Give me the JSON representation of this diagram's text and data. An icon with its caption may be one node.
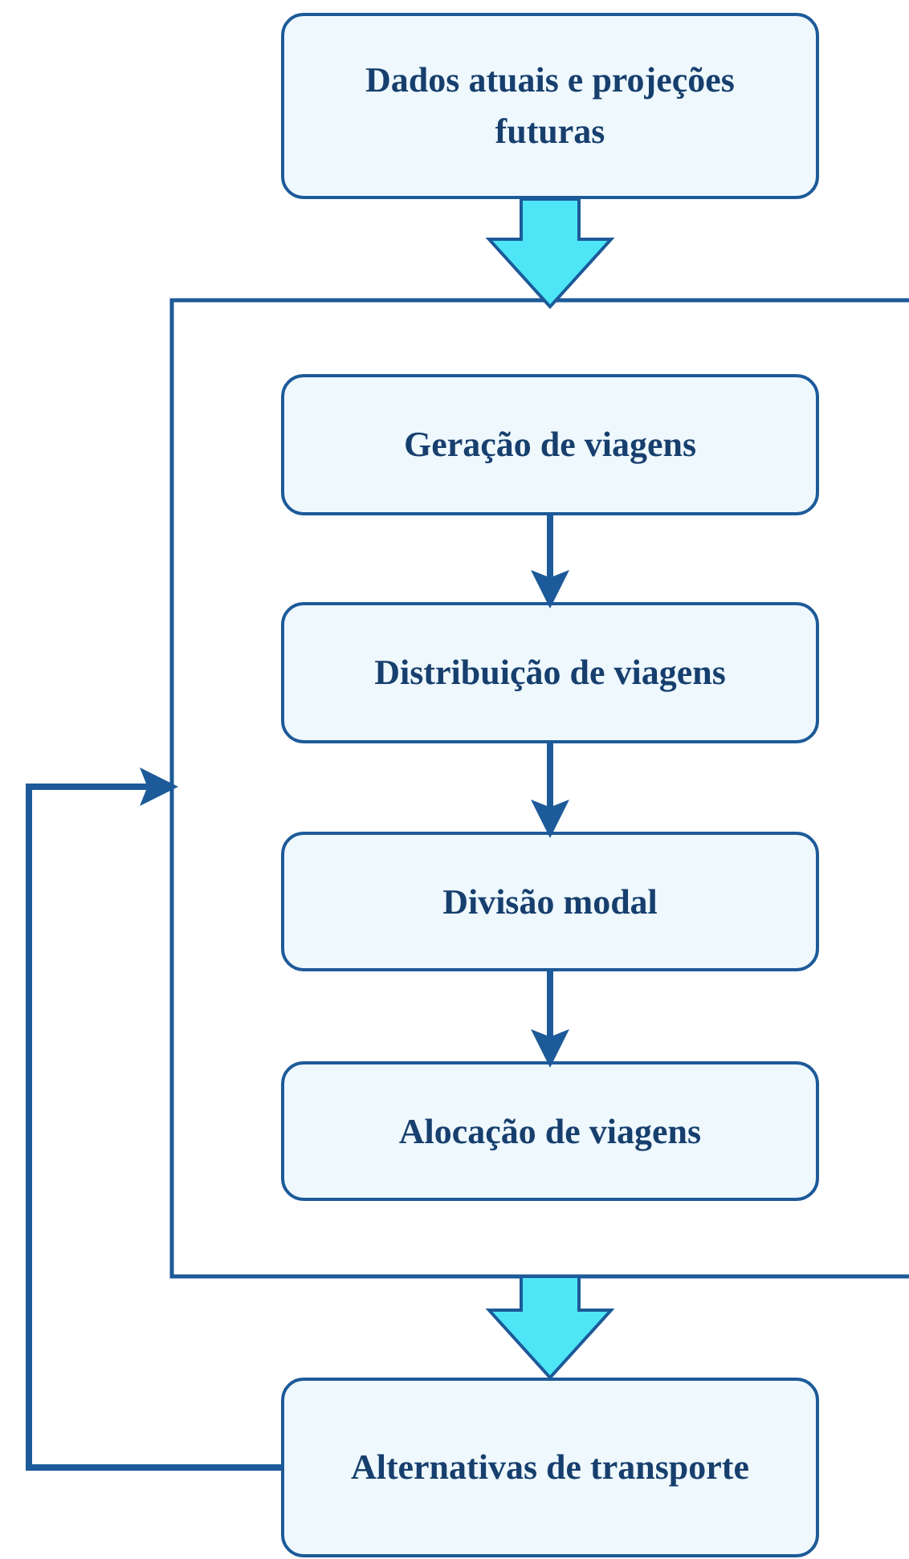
{
  "diagram": {
    "nodes": [
      {
        "text": [
          "Dados atuais e projeções futuras"
        ]
      },
      {
        "text": [],
        "shape": "box"
      },
      {
        "text": [
          "Geração de viagens"
        ],
        "in": 1
      },
      {
        "text": [
          "Distribuição de viagens"
        ],
        "in": 1
      },
      {
        "text": [
          "Divisão modal"
        ],
        "in": 1
      },
      {
        "text": [
          "Alocação de viagens"
        ],
        "in": 1
      },
      {
        "text": [
          "Alternativas de transporte"
        ]
      }
    ],
    "edges": [
      {
        "from": 0,
        "to": 1,
        "arrow": "to",
        "style": "thick",
        "color": "#4ee6f6"
      },
      {
        "from": 2,
        "to": 3,
        "arrow": "to"
      },
      {
        "from": 3,
        "to": 4,
        "arrow": "to"
      },
      {
        "from": 4,
        "to": 5,
        "arrow": "to"
      },
      {
        "from": 1,
        "to": 6,
        "arrow": "to",
        "style": "thick",
        "color": "#4ee6f6"
      },
      {
        "from": 6,
        "to": 1,
        "arrow": "to"
      }
    ]
  }
}
